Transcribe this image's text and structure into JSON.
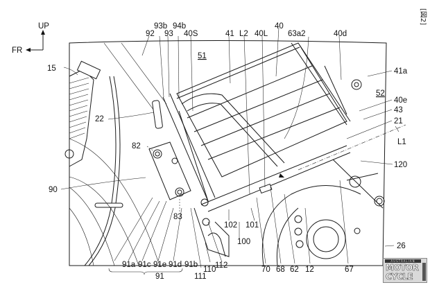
{
  "figure": {
    "figure_label": "[図2]",
    "direction_arrows": {
      "up": "UP",
      "front": "FR"
    }
  },
  "labels": {
    "l15": "15",
    "l22": "22",
    "l82": "82",
    "l90": "90",
    "l83": "83",
    "l92": "92",
    "l93b": "93b",
    "l93": "93",
    "l94b": "94b",
    "l40S": "40S",
    "l51": "51",
    "l41": "41",
    "lL2": "L2",
    "l40L": "40L",
    "l40": "40",
    "l63a2": "63a2",
    "l40d": "40d",
    "l41a": "41a",
    "l52": "52",
    "l40e": "40e",
    "l43": "43",
    "l21": "21",
    "lL1": "L1",
    "l120": "120",
    "l26": "26",
    "l67": "67",
    "l12": "12",
    "l62": "62",
    "l68": "68",
    "l70": "70",
    "l100": "100",
    "l101": "101",
    "l102": "102",
    "l112": "112",
    "l110": "110",
    "l111": "111",
    "l91a": "91a",
    "l91c": "91c",
    "l91e": "91e",
    "l91d": "91d",
    "l91b": "91b",
    "l91": "91"
  },
  "watermark": {
    "top_text": "AUSTRALIAN",
    "line1": "MOTOR",
    "line2": "CYCLE"
  }
}
